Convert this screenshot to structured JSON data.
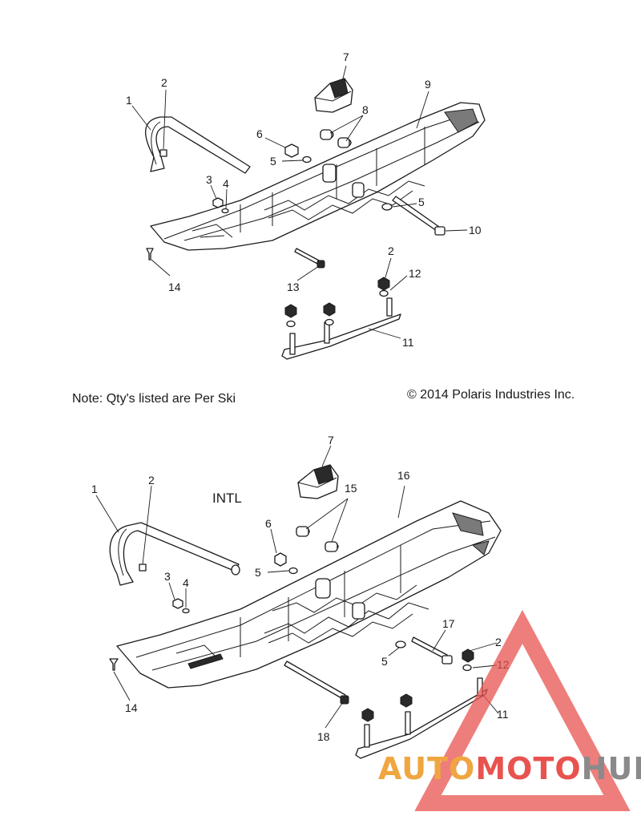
{
  "top_diagram": {
    "callouts": [
      "1",
      "2",
      "3",
      "4",
      "5",
      "5",
      "6",
      "7",
      "8",
      "9",
      "10",
      "2",
      "12",
      "11",
      "13",
      "14"
    ]
  },
  "note": "Note: Qty's listed are Per Ski",
  "copyright": "© 2014 Polaris Industries Inc.",
  "bottom_diagram": {
    "section_label": "INTL",
    "callouts": [
      "1",
      "2",
      "3",
      "4",
      "5",
      "5",
      "6",
      "7",
      "15",
      "16",
      "17",
      "2",
      "12",
      "11",
      "18",
      "14"
    ]
  },
  "watermark": {
    "part1": "AUTO",
    "part2": "MOTO",
    "part3": "HUB",
    "color_orange": "#f0a640",
    "color_red": "#e8534f",
    "color_gray": "#8a8a8a"
  }
}
